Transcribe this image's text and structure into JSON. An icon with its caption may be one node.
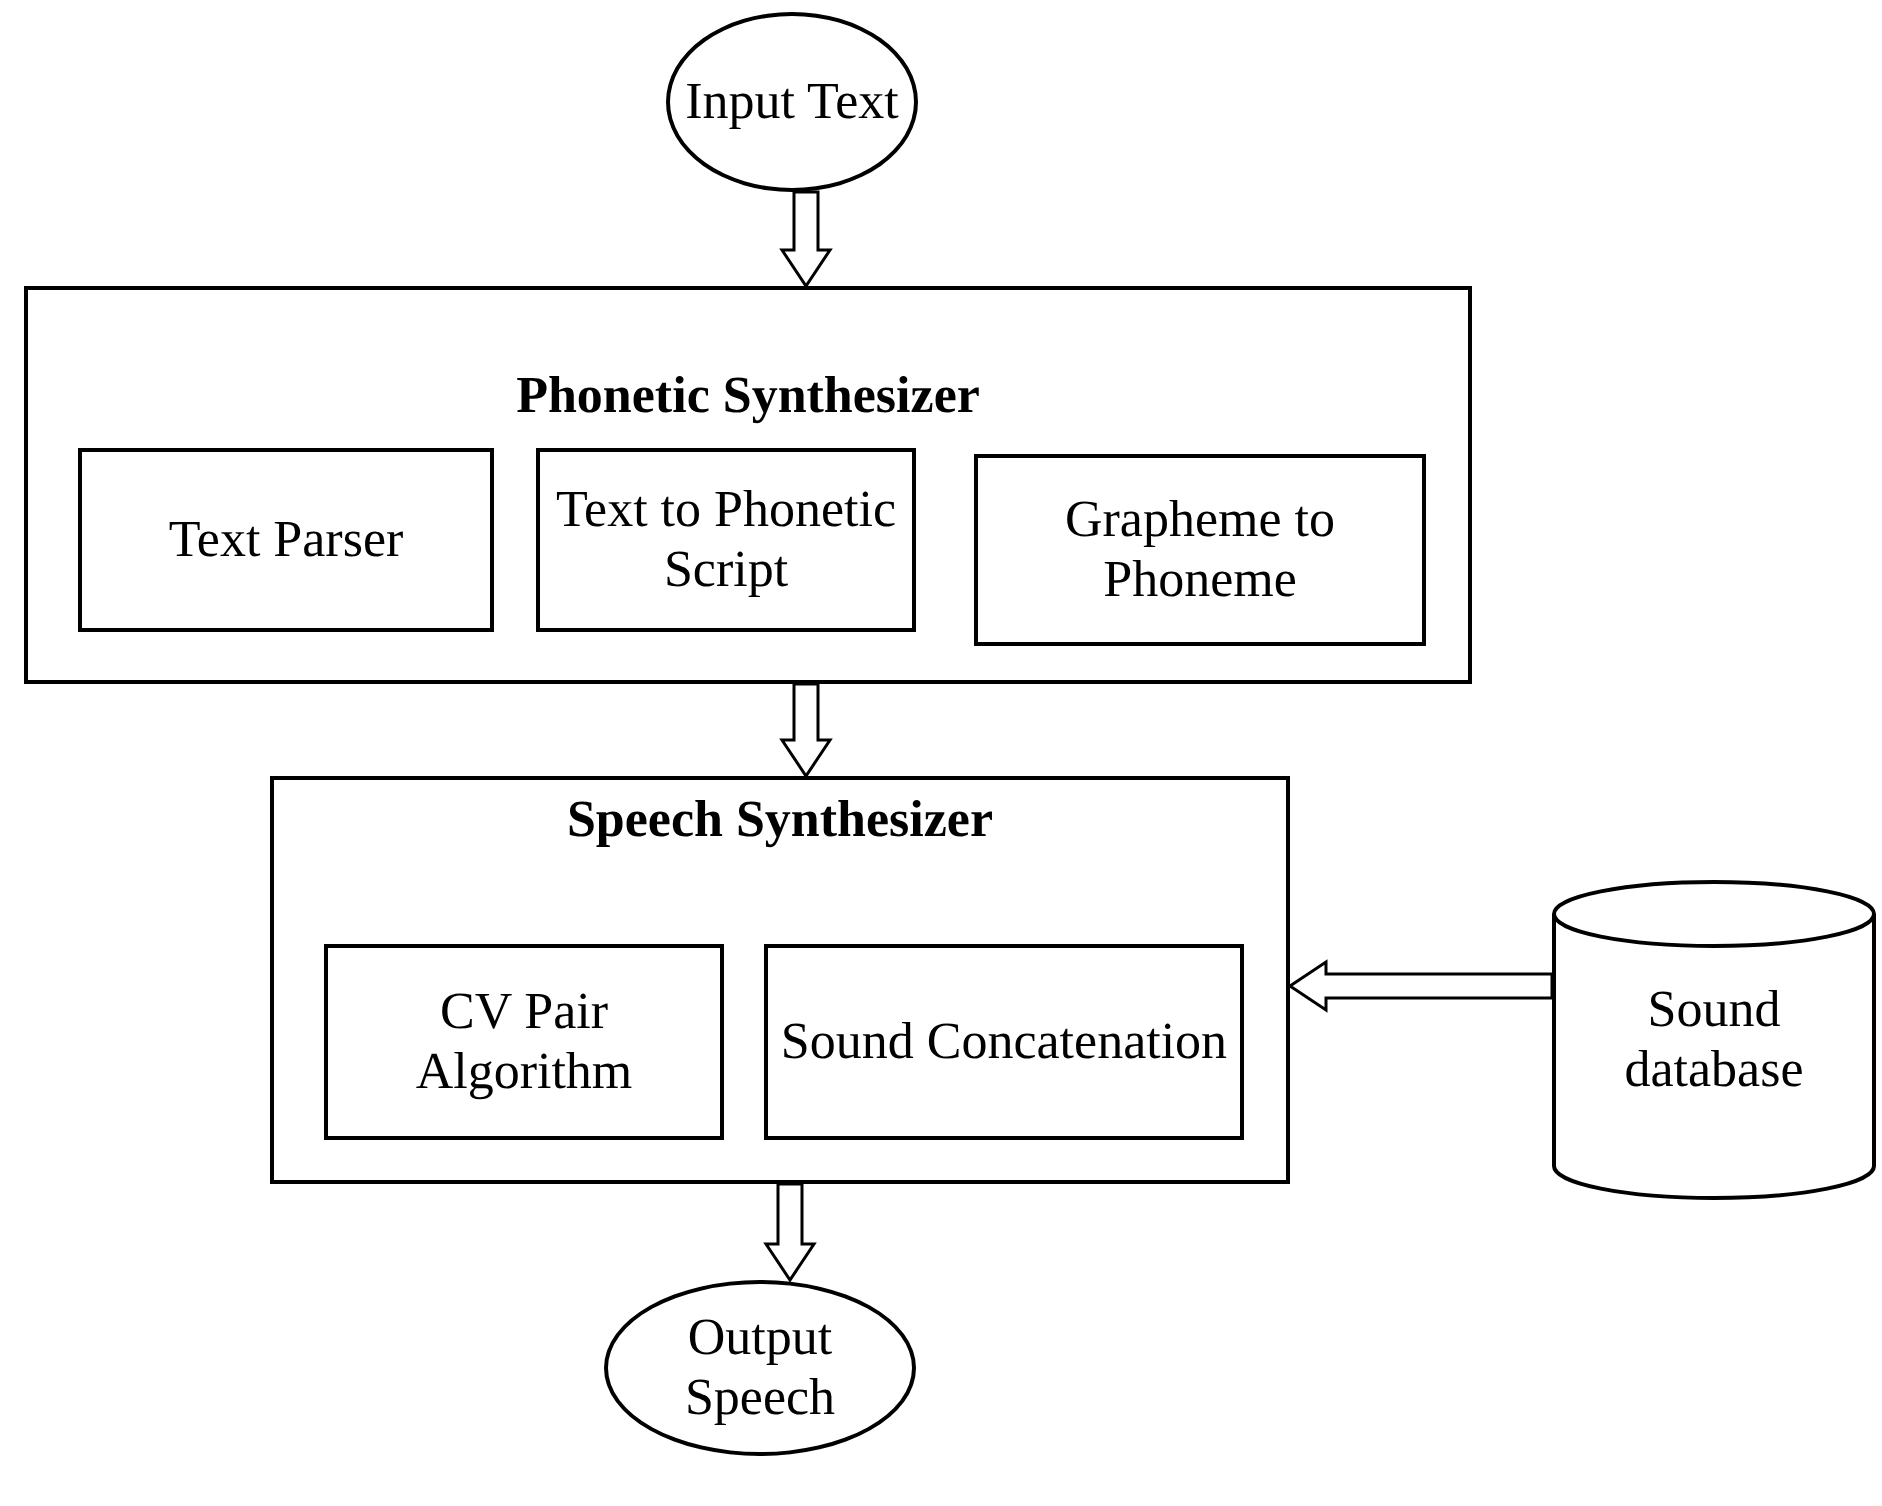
{
  "diagram": {
    "nodes": [
      {
        "text": [
          "Input Text"
        ]
      },
      {
        "text": [
          "Phonetic Synthesizer"
        ]
      },
      {
        "text": [
          "Text Parser"
        ],
        "in": 1
      },
      {
        "text": [
          "Text to Phonetic Script"
        ],
        "in": 1
      },
      {
        "text": [
          "Grapheme to Phoneme"
        ],
        "in": 1
      },
      {
        "text": [
          "Speech Synthesizer"
        ]
      },
      {
        "text": [
          "CV Pair Algorithm"
        ],
        "in": 5
      },
      {
        "text": [
          "Sound Concatenation"
        ],
        "in": 5
      },
      {
        "text": [
          "Sound database"
        ]
      },
      {
        "text": [
          "Output Speech"
        ]
      }
    ],
    "edges": [
      {
        "from": 0,
        "to": 1,
        "arrow": "to"
      },
      {
        "from": 1,
        "to": 5,
        "arrow": "to"
      },
      {
        "from": 8,
        "to": 5,
        "arrow": "to"
      },
      {
        "from": 5,
        "to": 9,
        "arrow": "to"
      }
    ]
  }
}
